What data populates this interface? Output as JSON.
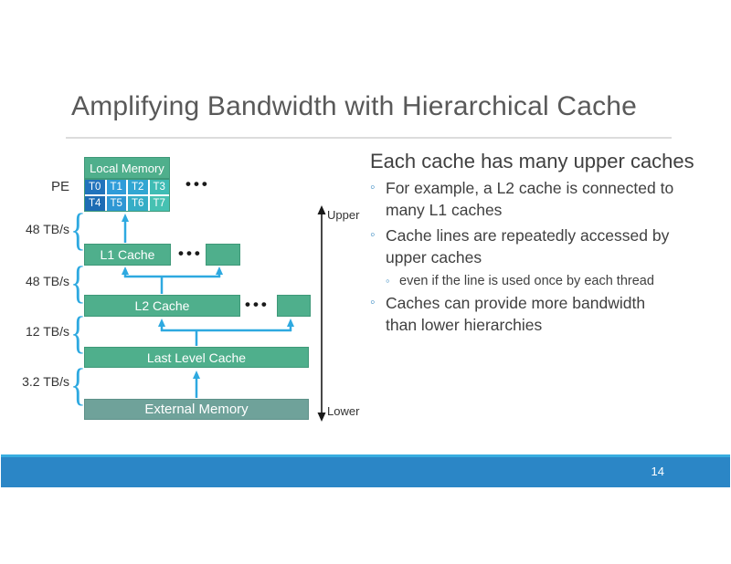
{
  "title": "Amplifying Bandwidth with Hierarchical Cache",
  "diagram": {
    "pe_label": "PE",
    "local_memory_label": "Local Memory",
    "threads": [
      "T0",
      "T1",
      "T2",
      "T3",
      "T4",
      "T5",
      "T6",
      "T7"
    ],
    "thread_colors": [
      "#2173BC",
      "#2F9CD9",
      "#31A6D2",
      "#3FBCB4",
      "#1D6CB4",
      "#2E97D4",
      "#35ADC6",
      "#46C1B2"
    ],
    "ellipsis": "•••",
    "l1_label": "L1 Cache",
    "l2_label": "L2 Cache",
    "llc_label": "Last Level Cache",
    "ext_label": "External Memory",
    "bandwidths": [
      "48 TB/s",
      "48 TB/s",
      "12 TB/s",
      "3.2 TB/s"
    ],
    "brace_char": "{",
    "upper_label": "Upper",
    "lower_label": "Lower"
  },
  "content": {
    "heading": "Each cache has many upper caches",
    "bullet_char": "◦",
    "bullets": [
      {
        "lines": [
          "For example, a L2 cache is connected to",
          "many L1 caches"
        ]
      },
      {
        "lines": [
          "Cache lines are repeatedly accessed by",
          "upper caches"
        ]
      },
      {
        "lines": [
          "even if the line is used once by each thread"
        ]
      },
      {
        "lines": [
          "Caches can provide more bandwidth",
          "than lower hierarchies"
        ]
      }
    ]
  },
  "footer": {
    "page_number": "14"
  },
  "colors": {
    "cache_green": "#4FAF8C",
    "cache_green_border": "#3E9878",
    "ext_memory": "#6FA29A",
    "ext_memory_border": "#5E9189",
    "arrow_blue": "#2EA9E0",
    "bullet_blue": "#4E96C8",
    "title_gray": "#595959",
    "body_gray": "#404040",
    "footer_blue": "#2B86C6",
    "footer_accent": "#38ADE0"
  }
}
